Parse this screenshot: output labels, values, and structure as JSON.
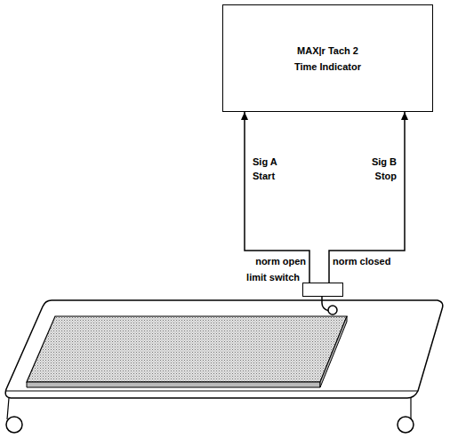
{
  "diagram": {
    "nodes": [
      {
        "text": [
          "MAX|r Tach 2",
          "Time Indicator"
        ]
      },
      {
        "text": [
          "limit switch"
        ]
      }
    ],
    "edges": [
      {
        "from": 1,
        "to": 0,
        "arrow": "to"
      },
      {
        "from": 1,
        "to": 0,
        "arrow": "to"
      }
    ],
    "labels": [
      "Sig A",
      "Start",
      "Sig B",
      "Stop",
      "norm open",
      "norm closed"
    ]
  }
}
